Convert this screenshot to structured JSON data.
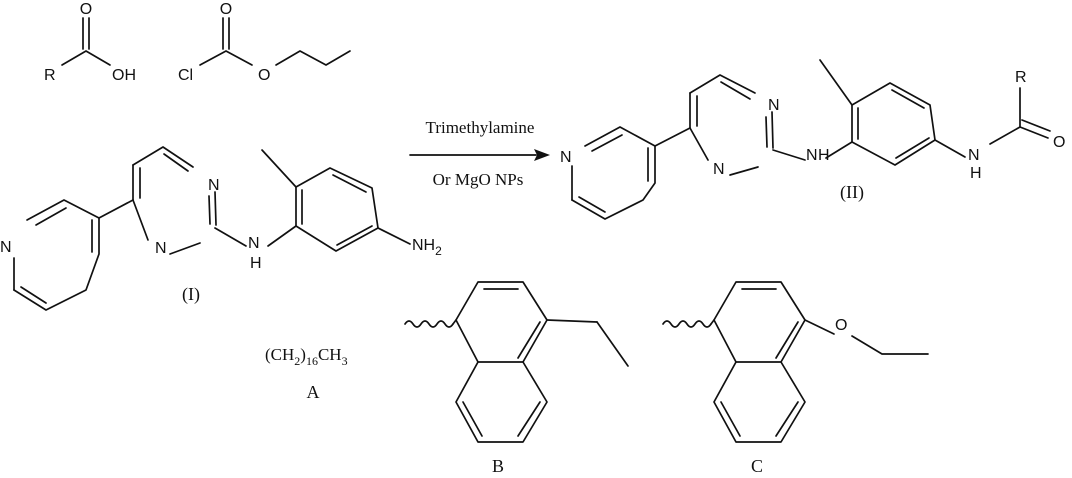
{
  "reagents": {
    "acid": {
      "r": "R",
      "o": "O",
      "oh": "OH"
    },
    "chloroformate": {
      "cl": "Cl",
      "o_carbonyl": "O",
      "o_ester": "O"
    }
  },
  "compound_I": {
    "n_pyrimidine_top": "N",
    "n_pyrimidine_bottom": "N",
    "n_pyridine": "N",
    "nh": "H",
    "nh_n": "N",
    "amine": "NH",
    "amine_sub": "2",
    "label": "(I)"
  },
  "conditions": {
    "above": "Trimethylamine",
    "below": "Or MgO NPs"
  },
  "compound_II": {
    "n_pyrimidine_top": "N",
    "n_pyrimidine_bottom": "N",
    "n_pyridine": "N",
    "nh_n": "N",
    "nh": "H",
    "amide_n": "N",
    "amide_h": "H",
    "r": "R",
    "o": "O",
    "label": "(II)"
  },
  "substituent_A": {
    "formula_pre": "(CH",
    "sub1": "2",
    "formula_mid": ")",
    "sub2": "16",
    "formula_post": "CH",
    "sub3": "3",
    "label": "A"
  },
  "substituent_B": {
    "label": "B"
  },
  "substituent_C": {
    "o": "O",
    "label": "C"
  },
  "colors": {
    "ink": "#111111",
    "background": "#ffffff"
  }
}
